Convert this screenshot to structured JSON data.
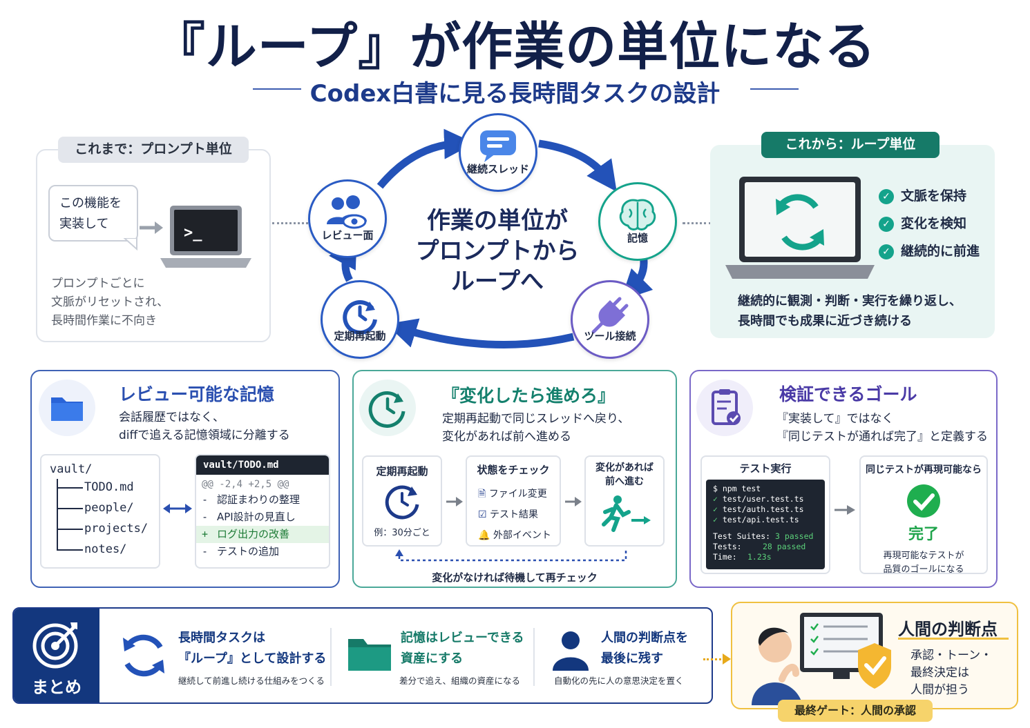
{
  "header": {
    "title": "『ループ』が作業の単位になる",
    "subtitle": "Codex白書に見る長時間タスクの設計"
  },
  "before": {
    "tag": "これまで：プロンプト単位",
    "bubble_line1": "この機能を",
    "bubble_line2": "実装して",
    "note_line1": "プロンプトごとに",
    "note_line2": "文脈がリセットされ、",
    "note_line3": "長時間作業に不向き",
    "terminal_prompt": ">_"
  },
  "loop": {
    "center_line1": "作業の単位が",
    "center_line2": "プロンプトから",
    "center_line3": "ループへ",
    "nodes": {
      "thread": "継続スレッド",
      "memory": "記憶",
      "tools": "ツール接続",
      "restart": "定期再起動",
      "review": "レビュー面"
    }
  },
  "after": {
    "tag": "これから：ループ単位",
    "checks": [
      "文脈を保持",
      "変化を検知",
      "継続的に前進"
    ],
    "desc_line1": "継続的に観測・判断・実行を繰り返し、",
    "desc_line2": "長時間でも成果に近づき続ける"
  },
  "memory_section": {
    "title": "レビュー可能な記憶",
    "desc_line1": "会話履歴ではなく、",
    "desc_line2": "diffで追える記憶領域に分離する",
    "tree": {
      "root": "vault/",
      "items": [
        "TODO.md",
        "people/",
        "projects/",
        "notes/"
      ]
    },
    "diff": {
      "file": "vault/TODO.md",
      "hunk": "@@ -2,4 +2,5 @@",
      "lines": [
        {
          "sign": "-",
          "text": "認証まわりの整理"
        },
        {
          "sign": "-",
          "text": "API設計の見直し"
        },
        {
          "sign": "+",
          "text": "ログ出力の改善"
        },
        {
          "sign": "-",
          "text": "テストの追加"
        }
      ]
    }
  },
  "change_section": {
    "title": "『変化したら進めろ』",
    "desc_line1": "定期再起動で同じスレッドへ戻り、",
    "desc_line2": "変化があれば前へ進める",
    "restart_box": {
      "title": "定期再起動",
      "note": "例：30分ごと"
    },
    "check_box": {
      "title": "状態をチェック",
      "items": [
        "ファイル変更",
        "テスト結果",
        "外部イベント"
      ]
    },
    "advance_box": {
      "title_line1": "変化があれば",
      "title_line2": "前へ進む"
    },
    "loop_note": "変化がなければ待機して再チェック"
  },
  "goal_section": {
    "title": "検証できるゴール",
    "desc_line1": "『実装して』ではなく",
    "desc_line2": "『同じテストが通れば完了』と定義する",
    "test_box": {
      "title": "テスト実行",
      "cmd": "$ npm test",
      "tests": [
        "test/user.test.ts",
        "test/auth.test.ts",
        "test/api.test.ts"
      ],
      "suites_label": "Test Suites:",
      "suites_value": "3 passed",
      "tests_label": "Tests:",
      "tests_value": "28 passed",
      "time_label": "Time:",
      "time_value": "1.23s"
    },
    "done_box": {
      "title": "同じテストが再現可能なら",
      "done": "完了",
      "note_line1": "再現可能なテストが",
      "note_line2": "品質のゴールになる"
    }
  },
  "summary": {
    "label": "まとめ",
    "items": [
      {
        "title_line1": "長時間タスクは",
        "title_line2": "『ループ』として設計する",
        "note": "継続して前進し続ける仕組みをつくる"
      },
      {
        "title_line1": "記憶はレビューできる",
        "title_line2": "資産にする",
        "note": "差分で追え、組織の資産になる"
      },
      {
        "title_line1": "人間の判断点を",
        "title_line2": "最後に残す",
        "note": "自動化の先に人の意思決定を置く"
      }
    ]
  },
  "human": {
    "title": "人間の判断点",
    "line1": "承認・トーン・",
    "line2": "最終決定は",
    "line3": "人間が担う",
    "gate": "最終ゲート：人間の承認"
  },
  "colors": {
    "navy": "#122049",
    "blue": "#2a5bc4",
    "teal": "#14a38b",
    "purple": "#6b5bc4",
    "gold": "#f0c040"
  }
}
